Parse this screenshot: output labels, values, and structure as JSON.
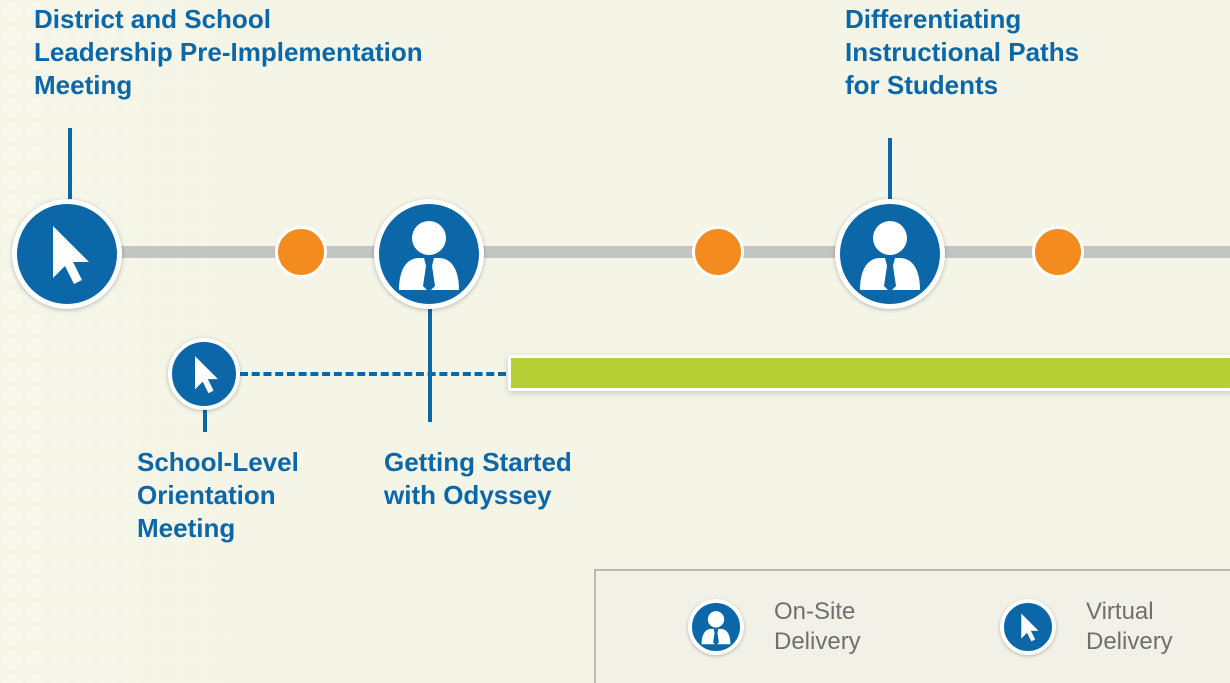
{
  "colors": {
    "brand_blue": "#0b67a8",
    "milestone_orange": "#f38b1f",
    "ongoing_green": "#b5cf34",
    "track_gray": "#c3c5c2",
    "legend_text": "#6f6f6f"
  },
  "milestones": {
    "district_leadership": {
      "icon": "cursor-icon",
      "lines": [
        "District and School",
        "Leadership Pre-Implementation",
        "Meeting"
      ]
    },
    "differentiating_paths": {
      "icon": "person-icon",
      "lines": [
        "Differentiating",
        "Instructional Paths",
        "for Students"
      ]
    },
    "school_orientation": {
      "icon": "cursor-icon",
      "lines": [
        "School-Level",
        "Orientation",
        "Meeting"
      ]
    },
    "getting_started": {
      "icon": "person-icon",
      "lines": [
        "Getting Started",
        "with Odyssey"
      ]
    }
  },
  "legend": {
    "onsite": {
      "icon": "person-icon",
      "lines": [
        "On-Site",
        "Delivery"
      ]
    },
    "virtual": {
      "icon": "cursor-icon",
      "lines": [
        "Virtual",
        "Delivery"
      ]
    }
  }
}
